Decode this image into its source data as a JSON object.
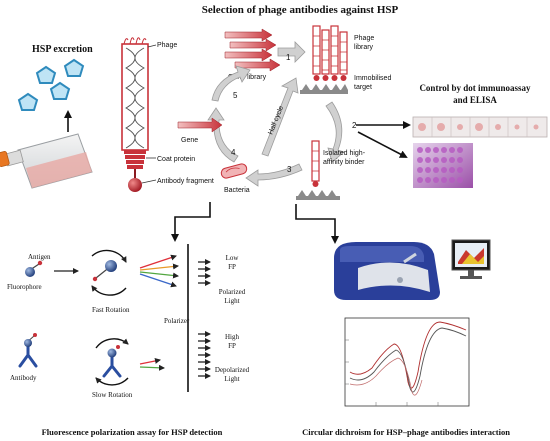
{
  "title": "Selection of phage antibodies against HSP",
  "hsp_excretion": "HSP excretion",
  "phage": {
    "label": "Phage",
    "coat_protein": "Coat protein",
    "antibody_fragment": "Antibody fragment"
  },
  "cycle": {
    "gene_library": "Gene library",
    "phage_library_line1": "Phage",
    "phage_library_line2": "library",
    "immobilised_target_line1": "Immobilised",
    "immobilised_target_line2": "target",
    "half_cycle": "Half cycle",
    "isolated_line1": "Isolated high-",
    "isolated_line2": "affinity binder",
    "bacteria": "Bacteria",
    "gene": "Gene",
    "steps": [
      "1",
      "2",
      "3",
      "4",
      "5"
    ]
  },
  "control_line1": "Control by dot immunoassay",
  "control_line2": "and ELISA",
  "fp": {
    "antigen": "Antigen",
    "fluorophore": "Fluorophore",
    "fast_rotation": "Fast Rotation",
    "low_fp_line1": "Low",
    "low_fp_line2": "FP",
    "polarized_line1": "Polarized",
    "polarized_line2": "Light",
    "polarizer": "Polarizer",
    "high_fp_line1": "High",
    "high_fp_line2": "FP",
    "antibody": "Antibody",
    "slow_rotation": "Slow Rotation",
    "depolarized_line1": "Depolarized",
    "depolarized_line2": "Light",
    "caption": "Fluorescence polarization assay for HSP detection"
  },
  "cd": {
    "caption": "Circular dichroism for HSP–phage antibodies interaction"
  },
  "colors": {
    "phage_red": "#c8323a",
    "cycle_arrow": "#cfcfcf",
    "target": "#8a8a8a",
    "hsp_blue": "#6fb6d8",
    "instrument_blue": "#2a3f9a"
  }
}
